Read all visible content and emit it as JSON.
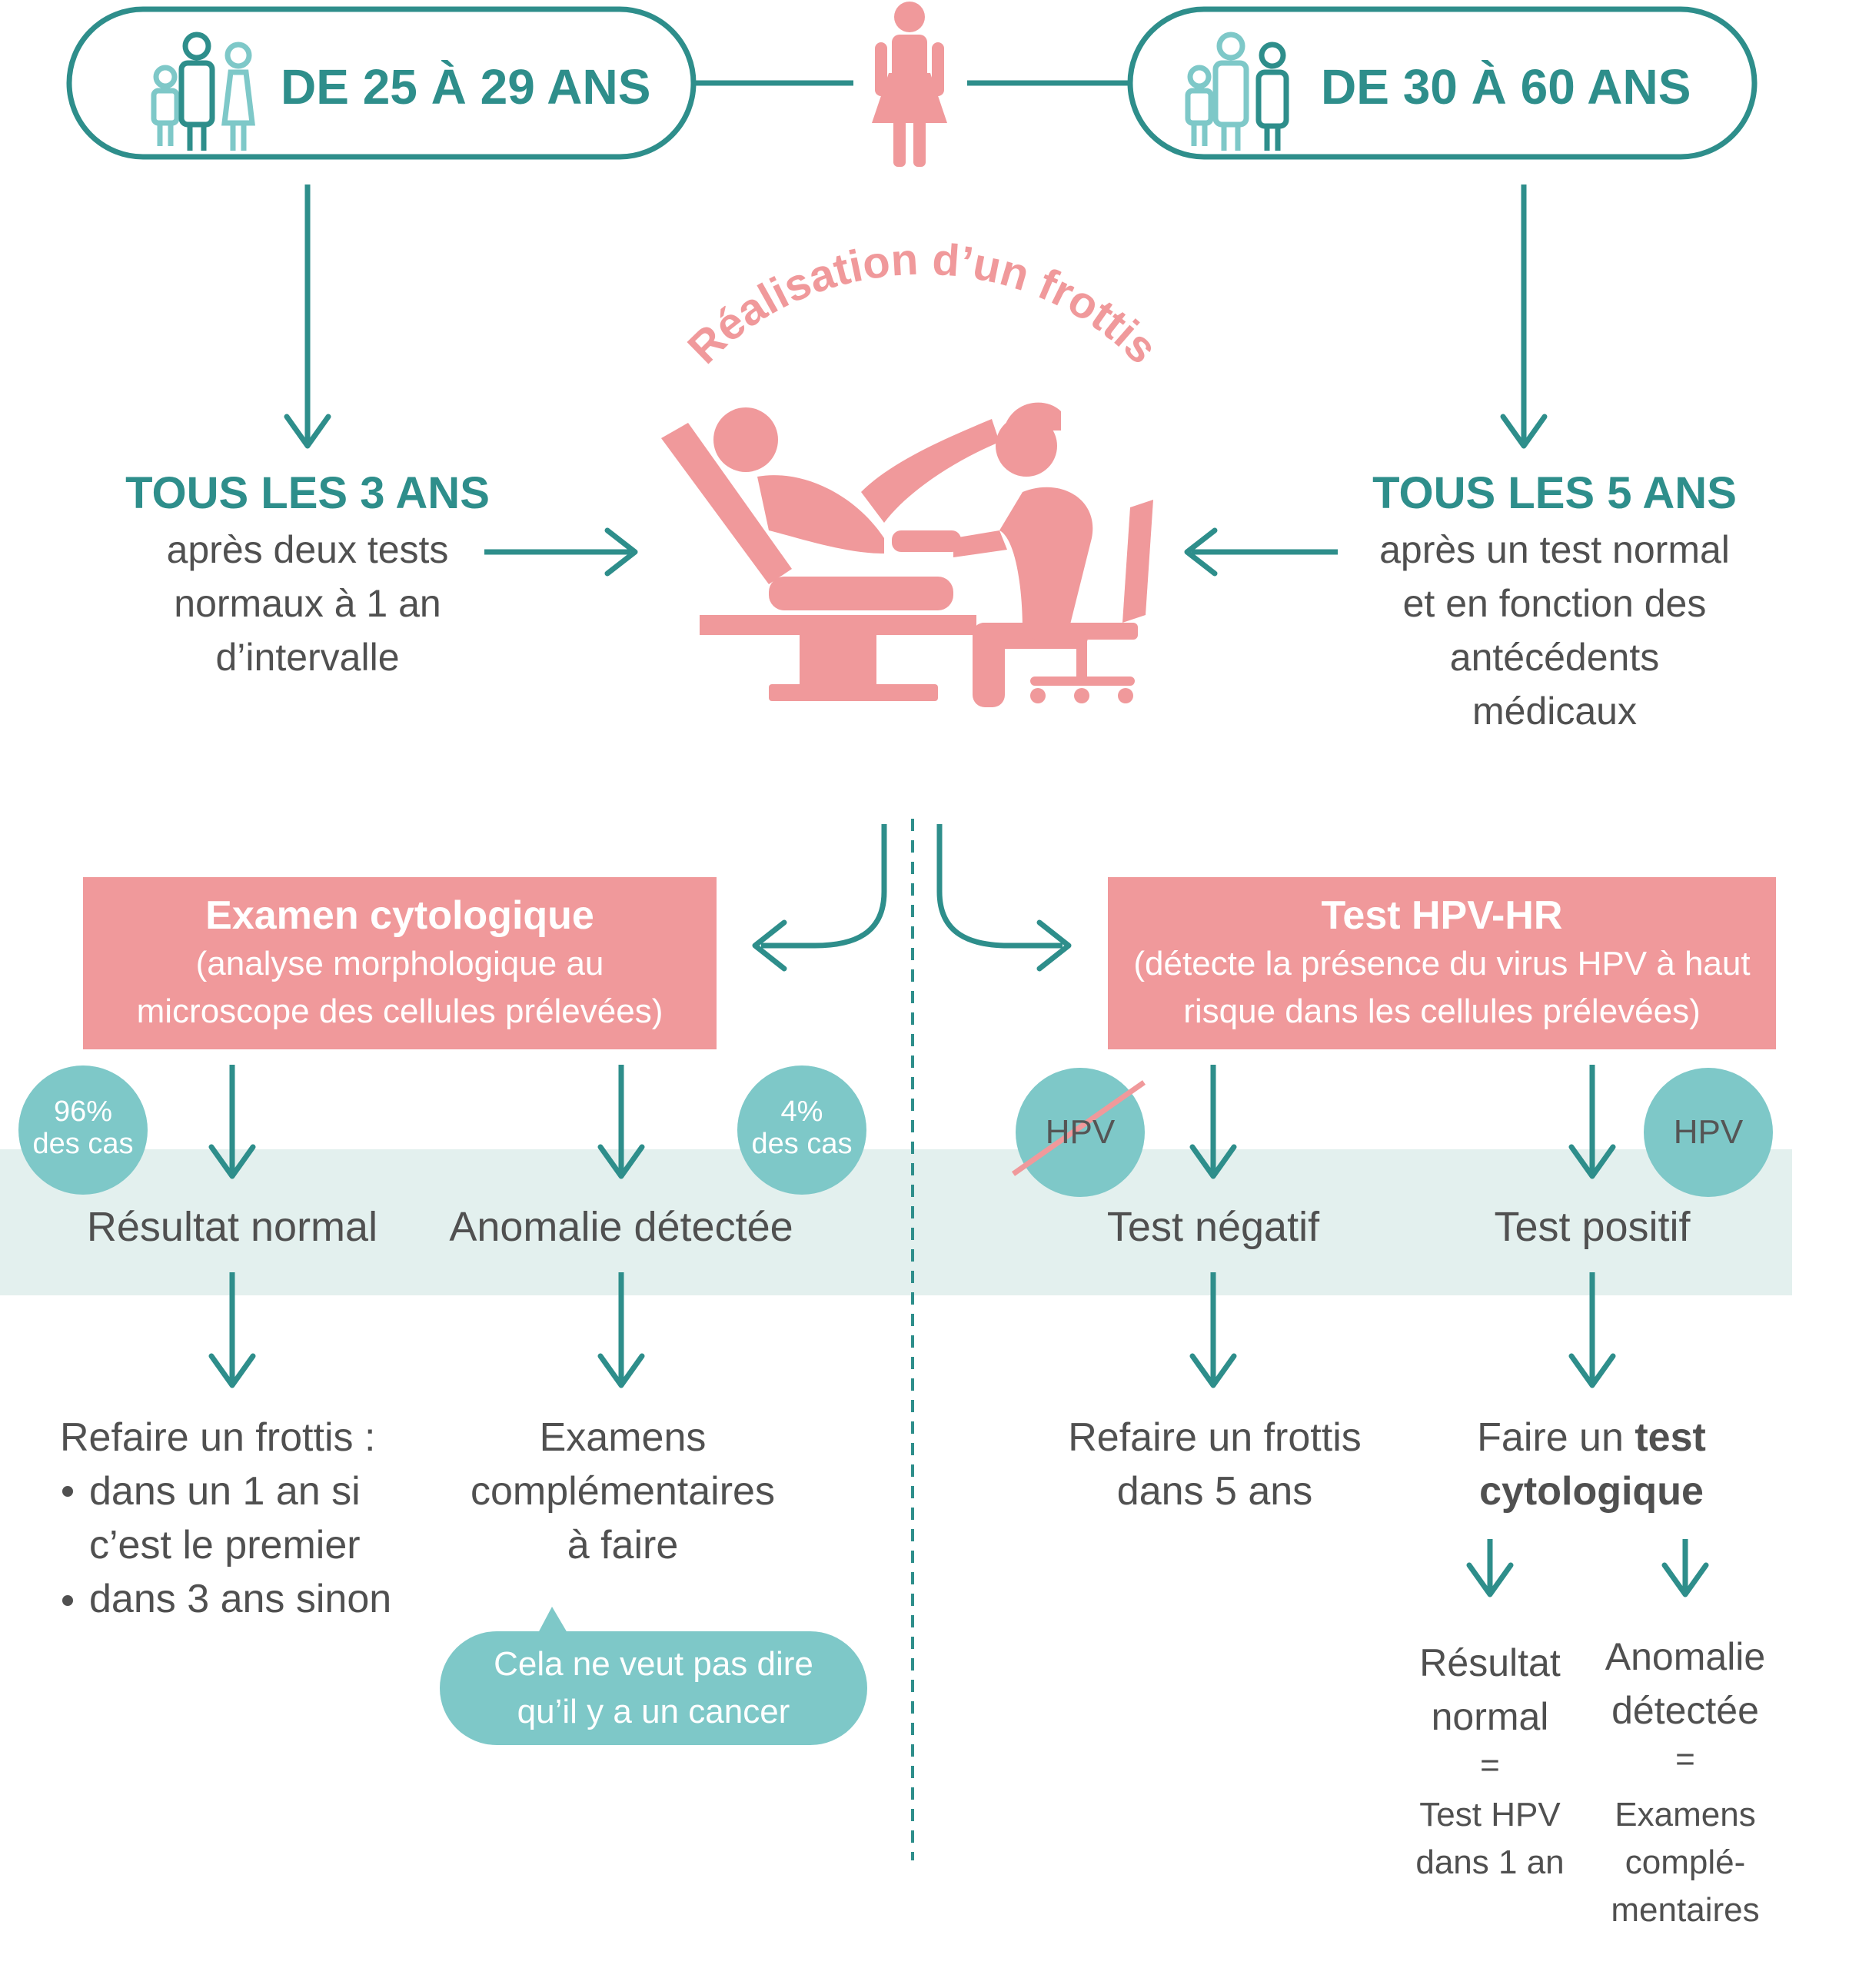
{
  "header": {
    "left_age": "DE 25 À 29 ANS",
    "right_age": "DE 30 À 60 ANS"
  },
  "center": {
    "arc_title": "Réalisation d’un frottis"
  },
  "left_freq": {
    "title": "TOUS LES 3 ANS",
    "lines": [
      "après deux tests",
      "normaux à 1 an",
      "d’intervalle"
    ]
  },
  "right_freq": {
    "title": "TOUS LES 5 ANS",
    "lines": [
      "après un test normal",
      "et en fonction des",
      "antécédents",
      "médicaux"
    ]
  },
  "cyto_box": {
    "title": "Examen cytologique",
    "line1": "(analyse morphologique au",
    "line2": "microscope des cellules prélevées)"
  },
  "hpv_box": {
    "title": "Test HPV-HR",
    "line1": "(détecte la présence du virus HPV à haut",
    "line2": "risque dans les cellules prélevées)"
  },
  "badges": {
    "pct96": "96%",
    "pct4": "4%",
    "cases": "des cas",
    "hpv": "HPV"
  },
  "band": {
    "normal": "Résultat normal",
    "anomaly": "Anomalie détectée",
    "negative": "Test négatif",
    "positive": "Test positif"
  },
  "outcomes": {
    "normal_title": "Refaire un frottis :",
    "normal_bullets": [
      "dans un 1 an si",
      "c’est le premier",
      "dans 3 ans sinon"
    ],
    "anomaly_lines": [
      "Examens",
      "complémentaires",
      "à faire"
    ],
    "bubble_lines": [
      "Cela ne veut pas dire",
      "qu’il y a un cancer"
    ],
    "negative_lines": [
      "Refaire un frottis",
      "dans 5 ans"
    ],
    "positive_prefix": "Faire un ",
    "positive_bold1": "test",
    "positive_bold2": "cytologique"
  },
  "sub_results": {
    "normal_lines": [
      "Résultat",
      "normal"
    ],
    "anomaly_lines": [
      "Anomalie",
      "détectée"
    ],
    "equals": "=",
    "normal_next": [
      "Test HPV",
      "dans 1 an"
    ],
    "anomaly_next": [
      "Examens",
      "complé-",
      "mentaires"
    ]
  },
  "colors": {
    "teal": "#2e8e8b",
    "teal_light": "#7ec8c8",
    "band": "#e3f0ee",
    "pink": "#f0999b",
    "text": "#505050"
  }
}
